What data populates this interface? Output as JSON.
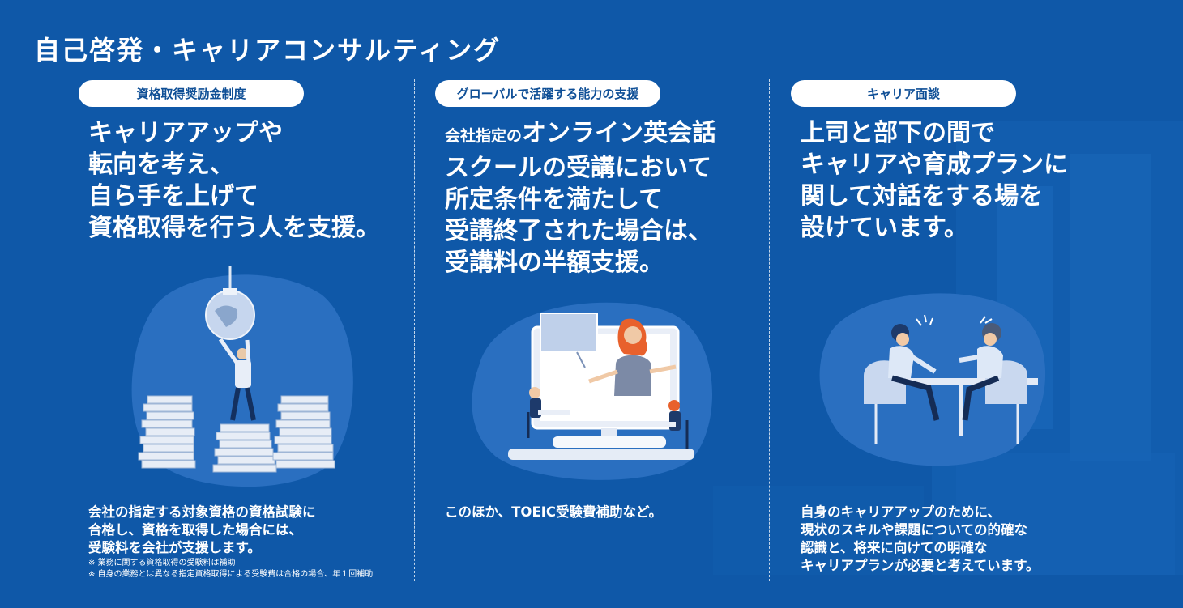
{
  "page": {
    "title": "自己啓発・キャリアコンサルティング"
  },
  "colors": {
    "background": "#0f58a8",
    "pill_bg": "#ffffff",
    "pill_text": "#0f4f96",
    "illustration_blob": "#2a6fc0"
  },
  "columns": [
    {
      "pill": "資格取得奨励金制度",
      "lead_lines": [
        "キャリアアップや",
        "転向を考え、",
        "自ら手を上げて",
        "資格取得を行う人を支援。"
      ],
      "body_lines": [
        "会社の指定する対象資格の資格試験に",
        "合格し、資格を取得した場合には、",
        "受験料を会社が支援します。"
      ],
      "notes": [
        "※ 業務に関する資格取得の受験料は補助",
        "※ 自身の業務とは異なる指定資格取得による受験費は合格の場合、年１回補助"
      ],
      "icon": "lightbulb-books-illustration"
    },
    {
      "pill": "グローバルで活躍する能力の支援",
      "lead_prefix": "会社指定の",
      "lead_lines": [
        "オンライン英会話",
        "スクールの受講において",
        "所定条件を満たして",
        "受講終了された場合は、",
        "受講料の半額支援。"
      ],
      "body_lines": [
        "このほか、TOEIC受験費補助など。"
      ],
      "icon": "online-class-illustration"
    },
    {
      "pill": "キャリア面談",
      "lead_lines": [
        "上司と部下の間で",
        "キャリアや育成プランに",
        "関して対話をする場を",
        "設けています。"
      ],
      "body_lines": [
        "自身のキャリアアップのために、",
        "現状のスキルや課題についての的確な",
        "認識と、将来に向けての明確な",
        "キャリアプランが必要と考えています。"
      ],
      "icon": "career-meeting-illustration"
    }
  ]
}
